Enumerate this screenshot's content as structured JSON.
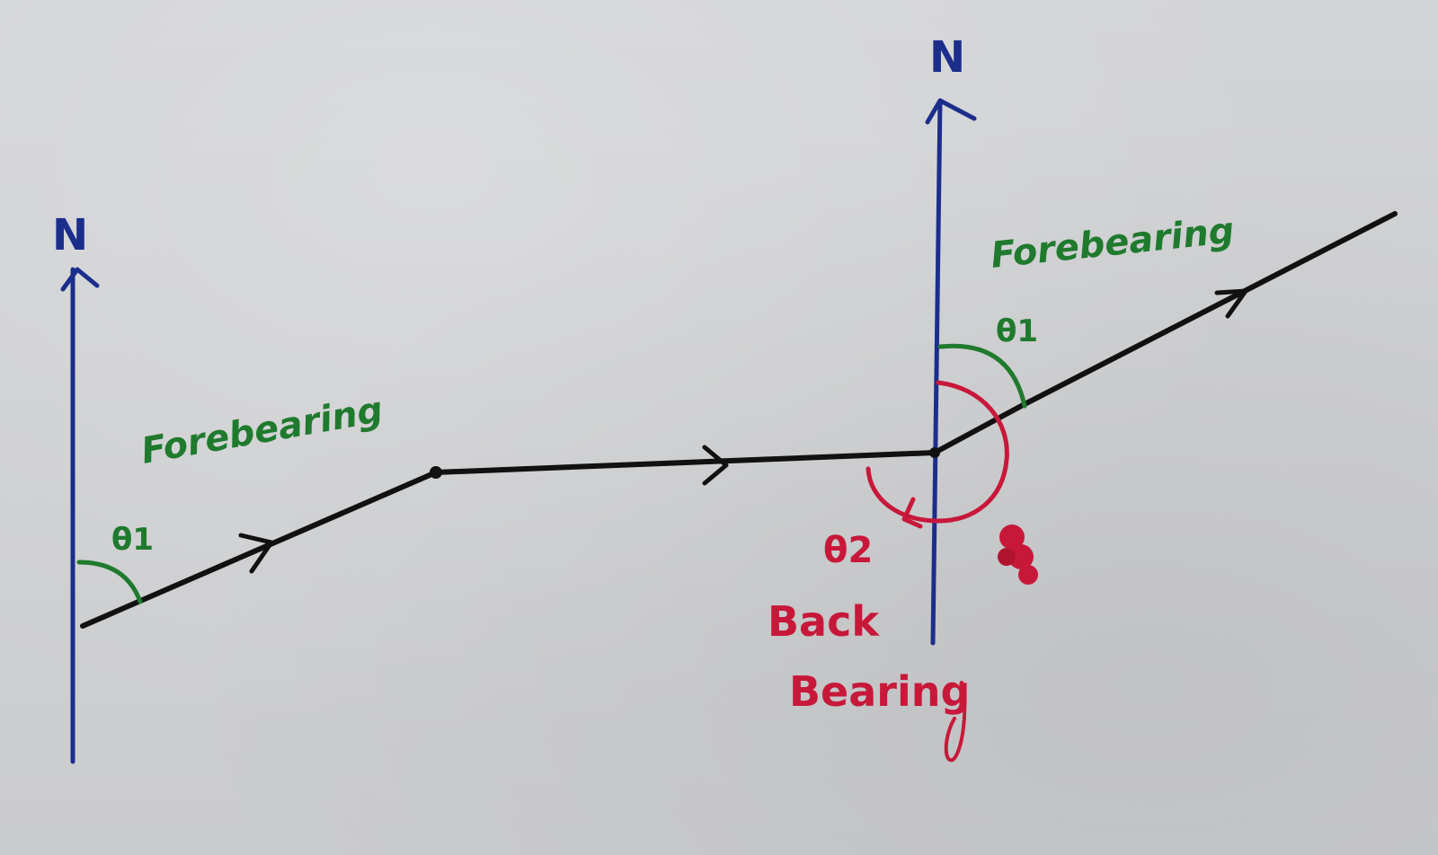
{
  "diagram": {
    "left_station": {
      "north_label": "N",
      "fore_label": "Forebearing",
      "angle_label": "θ1"
    },
    "right_station": {
      "north_label": "N",
      "fore_label": "Forebearing",
      "angle_label": "θ1",
      "back_angle_label": "θ2",
      "back_label_line1": "Back",
      "back_label_line2": "Bearing"
    },
    "colors": {
      "north_line": "#1c2e8c",
      "traverse_line": "#111111",
      "fore_annotation": "#1f7a2e",
      "back_annotation": "#c8183a",
      "paper": "#cfd0d2"
    }
  }
}
